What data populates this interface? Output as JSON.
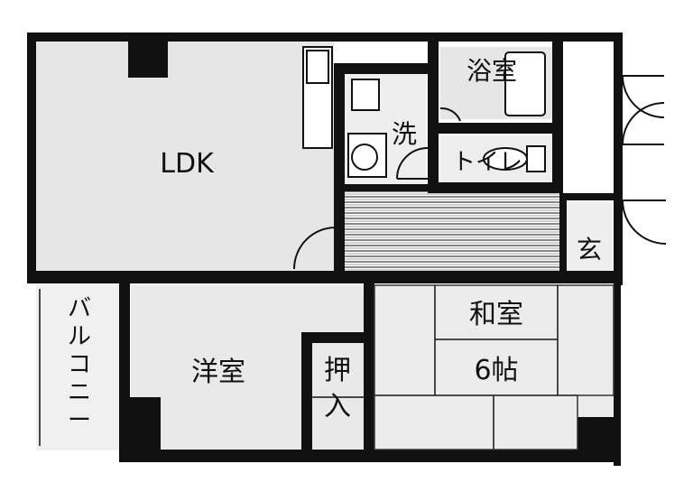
{
  "colors": {
    "wall": "#111111",
    "floor": "#e8e8e8",
    "hatch": "#555555",
    "background": "#ffffff"
  },
  "rooms": {
    "ldk": "LDK",
    "bath": "浴室",
    "washroom": "洗",
    "toilet": "トイレ",
    "entrance": "玄",
    "balcony": "バルコニー",
    "western_room": "洋室",
    "closet": "押入",
    "japanese_room_name": "和室",
    "japanese_room_size": "6帖"
  }
}
